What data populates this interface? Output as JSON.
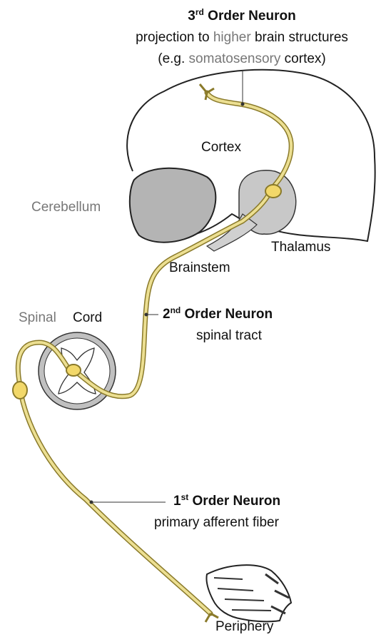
{
  "third": {
    "num": "3",
    "sup": "rd",
    "title": " Order Neuron",
    "line1a": "projection to ",
    "line1b": "higher",
    "line1c": " brain structures",
    "line2a": "(e.g. ",
    "line2b": "somatosensory",
    "line2c": " cortex)"
  },
  "labels": {
    "cortex": "Cortex",
    "cerebellum": "Cerebellum",
    "thalamus": "Thalamus",
    "brainstem": "Brainstem",
    "spinal": "Spinal",
    "cord": "Cord",
    "periphery": "Periphery"
  },
  "second": {
    "num": "2",
    "sup": "nd",
    "title": " Order Neuron",
    "sub": "spinal tract"
  },
  "first": {
    "num": "1",
    "sup": "st",
    "title": " Order Neuron",
    "sub": "primary afferent fiber"
  },
  "colors": {
    "nerve": "#e6d98a",
    "nerve_stroke": "#9a8a3a",
    "soma": "#f2d86a",
    "gray_fill": "#b8b8b8",
    "outline": "#222222"
  }
}
